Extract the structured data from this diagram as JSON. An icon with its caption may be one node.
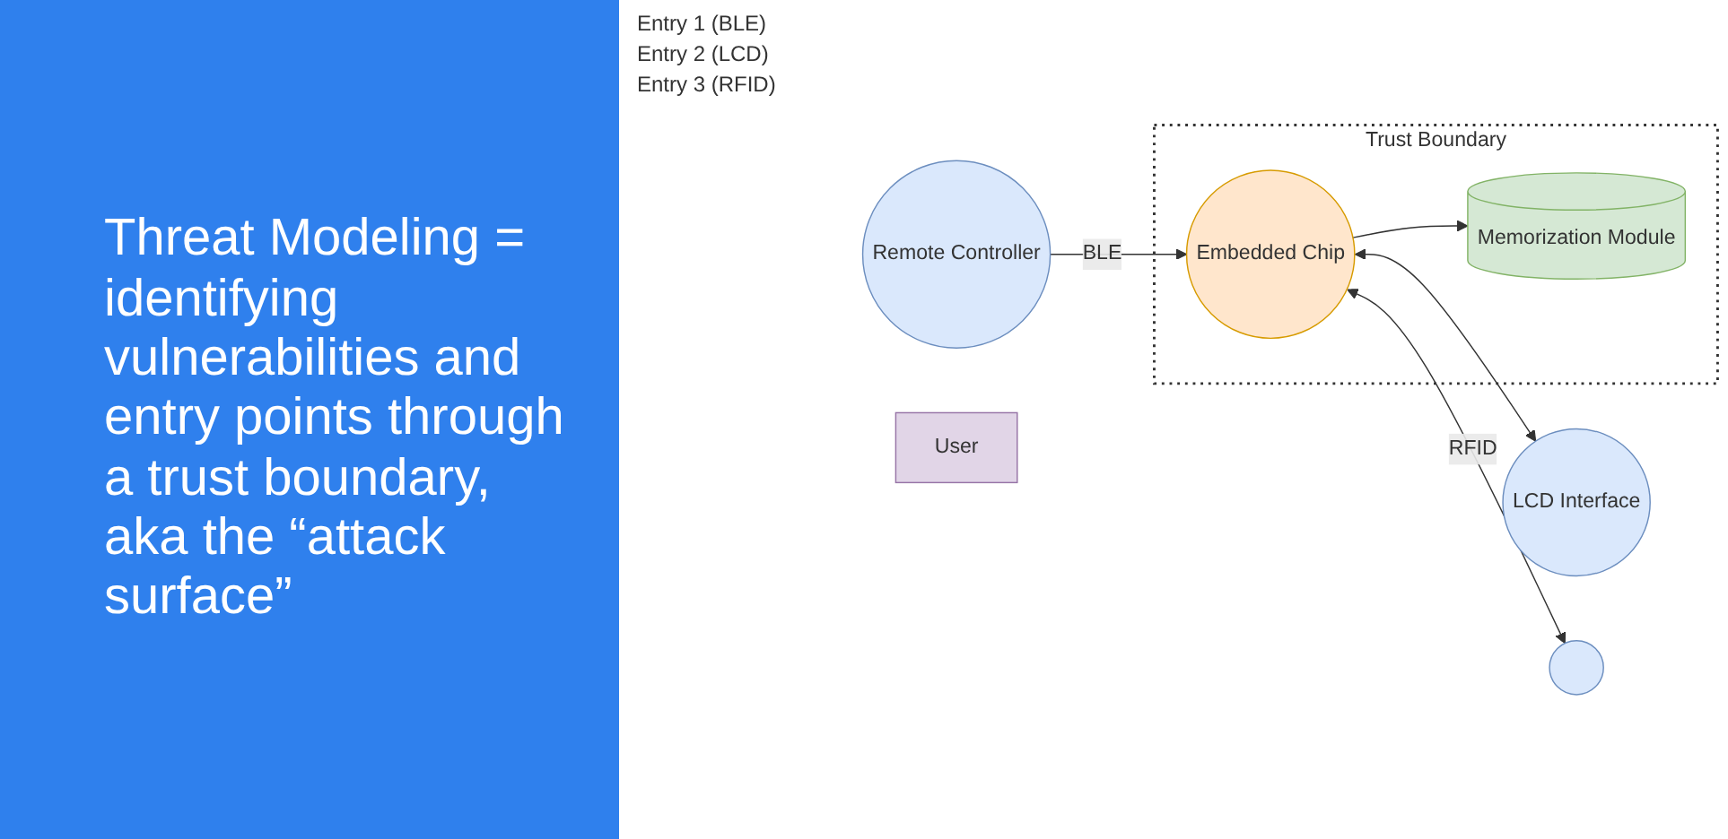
{
  "diagram": {
    "title": "Threat Modeling = identifying vulnerabilities and entry points through a trust boundary, aka the “attack surface”",
    "nodes": [
      {
        "text": [
          "Trust Boundary"
        ]
      },
      {
        "text": [
          "Memorization Module"
        ],
        "in": 0
      },
      {
        "text": [
          "Embedded Chip"
        ],
        "in": 0
      },
      {
        "text": [
          "Remote Controller"
        ]
      },
      {
        "text": [
          "LCD Interface"
        ]
      },
      {
        "text": [],
        "shape": "circle"
      },
      {
        "text": [
          "User"
        ]
      }
    ],
    "edges": [
      {
        "from": 2,
        "to": 1,
        "arrow": "to"
      },
      {
        "from": 3,
        "to": 2,
        "arrow": "to",
        "label": "BLE"
      },
      {
        "from": 2,
        "to": 4,
        "arrow": "both"
      },
      {
        "from": 2,
        "to": 5,
        "arrow": "both",
        "label": "RFID"
      }
    ],
    "labels": [
      "Entry 1 (BLE)",
      "Entry 2 (LCD)",
      "Entry 3 (RFID)"
    ]
  }
}
